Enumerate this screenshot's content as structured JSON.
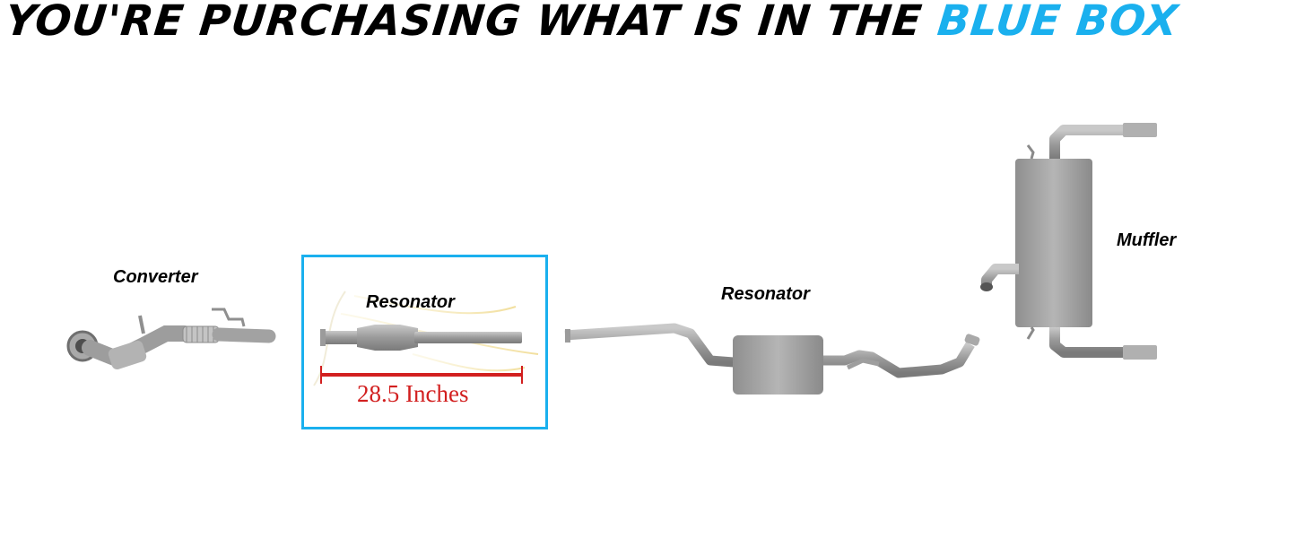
{
  "headline": {
    "prefix": "YOU'RE PURCHASING WHAT IS IN THE",
    "highlight": "BLUE BOX",
    "highlight_color": "#1ab0ee"
  },
  "parts": {
    "converter_label": "Converter",
    "selected_resonator_label": "Resonator",
    "resonator_label": "Resonator",
    "muffler_label": "Muffler"
  },
  "measurement": {
    "text": "28.5 Inches",
    "color": "#d21f1f"
  },
  "selection_box": {
    "color": "#1ab0ee"
  }
}
